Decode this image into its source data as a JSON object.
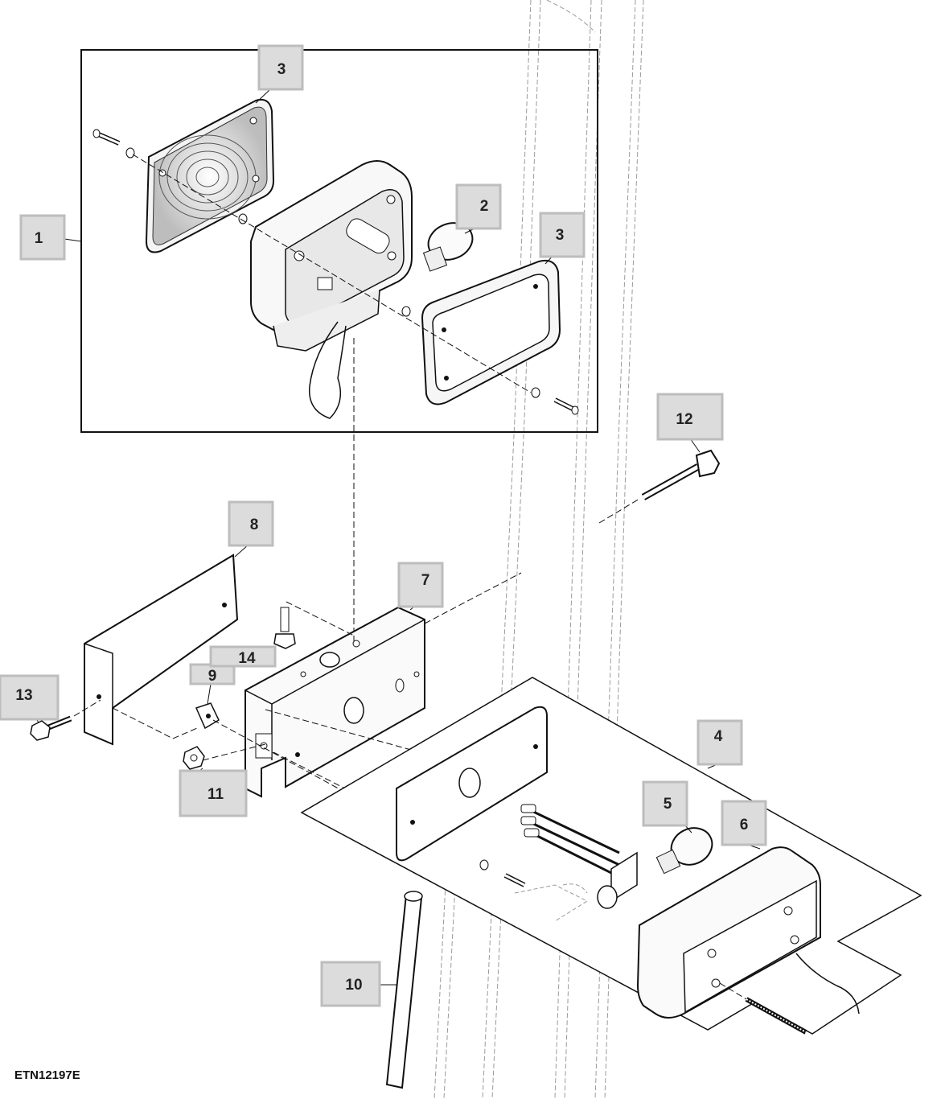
{
  "figure_id": "ETN12197E",
  "callouts": [
    {
      "id": "c1",
      "label": "1"
    },
    {
      "id": "c2",
      "label": "2"
    },
    {
      "id": "c3a",
      "label": "3"
    },
    {
      "id": "c3b",
      "label": "3"
    },
    {
      "id": "c4",
      "label": "4"
    },
    {
      "id": "c5",
      "label": "5"
    },
    {
      "id": "c6",
      "label": "6"
    },
    {
      "id": "c7",
      "label": "7"
    },
    {
      "id": "c8",
      "label": "8"
    },
    {
      "id": "c9",
      "label": "9"
    },
    {
      "id": "c10",
      "label": "10"
    },
    {
      "id": "c11",
      "label": "11"
    },
    {
      "id": "c12",
      "label": "12"
    },
    {
      "id": "c13",
      "label": "13"
    },
    {
      "id": "c14",
      "label": "14"
    }
  ]
}
